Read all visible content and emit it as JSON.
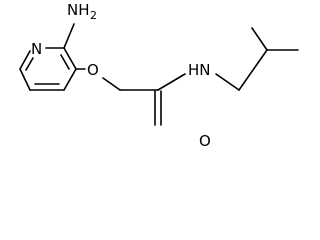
{
  "structure": {
    "atoms": {
      "n_ring": "N",
      "amino": "NH",
      "amino_sub": "2",
      "ether_o": "O",
      "amide_nh": "HN",
      "carbonyl_o": "O"
    }
  }
}
